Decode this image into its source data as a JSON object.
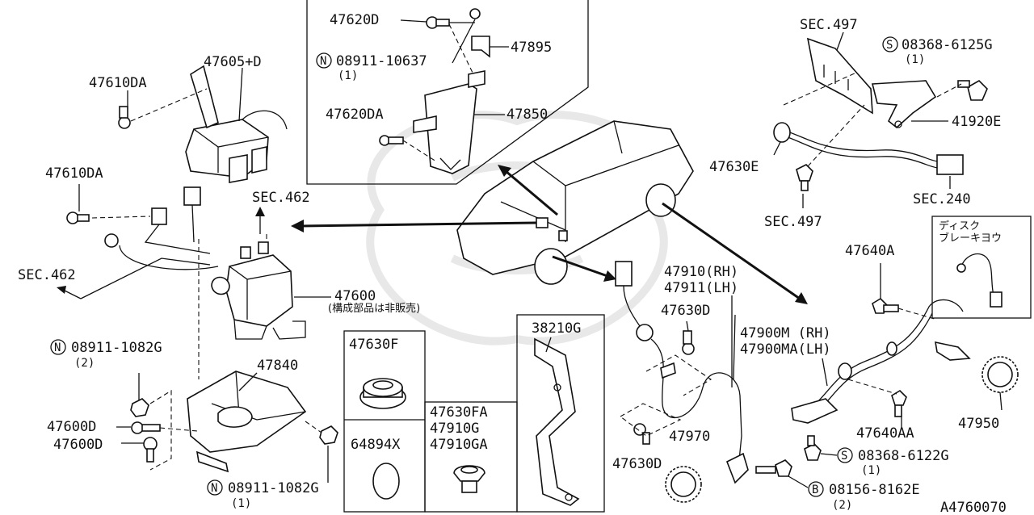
{
  "labels": {
    "p47620D": "47620D",
    "p47895": "47895",
    "p08911_10637": "08911-10637",
    "q1a": "(1)",
    "p47620DA": "47620DA",
    "p47850": "47850",
    "p47605D": "47605+D",
    "p47610DA_a": "47610DA",
    "p47610DA_b": "47610DA",
    "sec462_a": "SEC.462",
    "sec462_b": "SEC.462",
    "p47600": "47600",
    "p47600_note": "(構成部品は非販売)",
    "p08911_1082G_a": "08911-1082G",
    "q2a": "(2)",
    "p47840": "47840",
    "p47600D_a": "47600D",
    "p47600D_b": "47600D",
    "p08911_1082G_b": "08911-1082G",
    "q1b": "(1)",
    "p47630F": "47630F",
    "p64894X": "64894X",
    "p47630FA": "47630FA",
    "p47910G": "47910G",
    "p47910GA": "47910GA",
    "p38210G": "38210G",
    "sec497_a": "SEC.497",
    "p08368_6125G": "08368-6125G",
    "q1c": "(1)",
    "p41920E": "41920E",
    "p47630E": "47630E",
    "sec240": "SEC.240",
    "sec497_b": "SEC.497",
    "disc_line1": "ディスク",
    "disc_line2": "ブレーキヨウ",
    "p47640A": "47640A",
    "p47910RH": "47910(RH)",
    "p47911LH": "47911(LH)",
    "p47630D_a": "47630D",
    "p47900M": "47900M (RH)",
    "p47900MA": "47900MA(LH)",
    "p47640AA": "47640AA",
    "p47950": "47950",
    "p47970": "47970",
    "p47630D_b": "47630D",
    "p08368_6122G": "08368-6122G",
    "q1d": "(1)",
    "p08156_8162E": "08156-8162E",
    "q2b": "(2)",
    "drawing_no": "A4760070"
  },
  "callout_letters": {
    "n": "N",
    "s": "S",
    "b": "B"
  }
}
